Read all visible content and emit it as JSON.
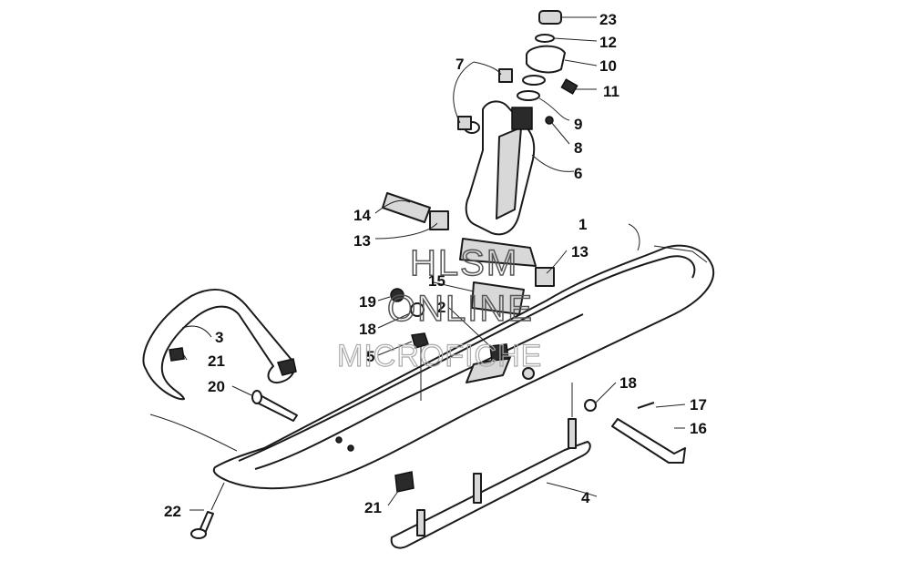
{
  "callouts": [
    {
      "id": "23",
      "label": "23"
    },
    {
      "id": "12",
      "label": "12"
    },
    {
      "id": "10",
      "label": "10"
    },
    {
      "id": "11",
      "label": "11"
    },
    {
      "id": "7",
      "label": "7"
    },
    {
      "id": "9",
      "label": "9"
    },
    {
      "id": "8",
      "label": "8"
    },
    {
      "id": "6",
      "label": "6"
    },
    {
      "id": "14",
      "label": "14"
    },
    {
      "id": "13a",
      "label": "13"
    },
    {
      "id": "1",
      "label": "1"
    },
    {
      "id": "13b",
      "label": "13"
    },
    {
      "id": "15",
      "label": "15"
    },
    {
      "id": "2",
      "label": "2"
    },
    {
      "id": "19",
      "label": "19"
    },
    {
      "id": "18a",
      "label": "18"
    },
    {
      "id": "5",
      "label": "5"
    },
    {
      "id": "3",
      "label": "3"
    },
    {
      "id": "21a",
      "label": "21"
    },
    {
      "id": "20",
      "label": "20"
    },
    {
      "id": "18b",
      "label": "18"
    },
    {
      "id": "17",
      "label": "17"
    },
    {
      "id": "16",
      "label": "16"
    },
    {
      "id": "4",
      "label": "4"
    },
    {
      "id": "22",
      "label": "22"
    },
    {
      "id": "21b",
      "label": "21"
    }
  ],
  "watermark": {
    "line1": "HLSM",
    "line2": "ONLINE",
    "line3": "MICROFICHE"
  }
}
